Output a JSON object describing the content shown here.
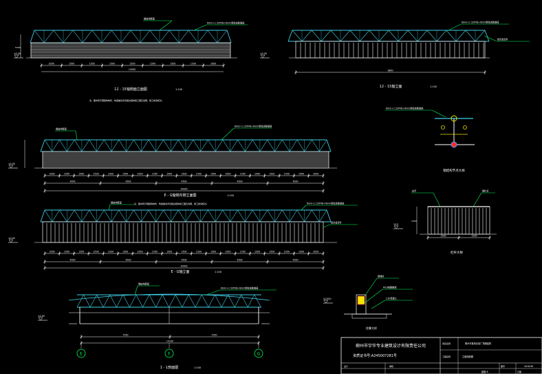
{
  "colors": {
    "background": "#000000",
    "truss": "#3fd0e6",
    "leader": "#00ff5a",
    "panel": "#ffffff",
    "dim": "#ffffff",
    "text": "#ffffff",
    "red": "#ff2a2a",
    "yellow": "#f2e600",
    "blue": "#4aa0ff"
  },
  "drawing": {
    "elev_12_15": {
      "title": "12 - 15轴侧面立面图",
      "scale": "1:100",
      "note": "注：图中所示钢结构构件、构造做法详见相关结构施工图及说明，施工前请核对。",
      "spans": [
        "2000",
        "1500",
        "1500",
        "1500",
        "1500",
        "1500",
        "1500",
        "1500",
        "2000"
      ],
      "total": "14500",
      "level": "±0.00",
      "height": "5300",
      "callout_top": "钢结构屋面",
      "callout_right": "6mm+1.52PVB+6mm钢化夹胶玻璃"
    },
    "elev_12_15_axis": {
      "title": "12 - 15轴立面",
      "scale": "1:100",
      "total": "9800",
      "level": "±0.00",
      "callout_right": "6mm+1.52PVB+6mm钢化夹胶玻璃",
      "callout_side": "铝合金百叶"
    },
    "elev_EG_inner": {
      "title": "E - G轴侧内侧立面图",
      "scale": "1:100",
      "note": "注：图中所示钢结构构件、构造做法详见相关结构施工图及说明，施工前请核对。",
      "spans": [
        "2000",
        "1500",
        "1500",
        "1500",
        "1500",
        "1500",
        "1500",
        "1500",
        "1500",
        "1500",
        "1500",
        "1500",
        "1500",
        "1500",
        "1500",
        "1500",
        "1500",
        "1500",
        "2000"
      ],
      "sub": [
        "4500",
        "4500",
        "4500",
        "4500",
        "4500"
      ],
      "total": "30000",
      "level": "±0.00",
      "callout_top": "钢结构屋面",
      "callout_right": "6mm+1.52PVB+6mm钢化夹胶玻璃"
    },
    "elev_EG": {
      "title": "E - G轴立面",
      "scale": "1:100",
      "spans": [
        "2000",
        "1500",
        "1500",
        "1500",
        "1500",
        "1500",
        "1500",
        "1500",
        "1500",
        "1500",
        "1500",
        "1500",
        "1500",
        "1500",
        "1500",
        "1500",
        "1500",
        "1500",
        "2000"
      ],
      "sub": [
        "4500",
        "4500",
        "4500",
        "4500",
        "4500"
      ],
      "total": "30000",
      "level": "±0.00",
      "callout_top": "钢结构屋面",
      "callout_right": "6mm+1.52PVB+6mm钢化夹胶玻璃",
      "callout_side": "铝合金百叶"
    },
    "section_1_1": {
      "title": "1 - 1剖面图",
      "scale": "1:100",
      "axes": [
        "E",
        "F",
        "G"
      ],
      "dims": [
        "7050",
        "7050"
      ],
      "total": "14100",
      "level": "±0.00",
      "callout_top": "钢结构屋面",
      "callout_mid": "6mm+1.52PVB+6mm钢化夹胶玻璃"
    },
    "node_detail": {
      "title": "钢结构节点大样",
      "callout": "6mm+1.52PVB+6mm钢化夹胶玻璃"
    },
    "railing_detail": {
      "title": "栏杆大样",
      "dims": [
        "1500",
        "1500"
      ],
      "height": "1050",
      "level": "15.5",
      "callout_left": "扶手",
      "callout_right": "钢栏杆"
    },
    "base_detail": {
      "title": "柱脚大样",
      "level": "(4.500)",
      "callout_1": "预埋件",
      "callout_2": "M16地脚螺栓",
      "callout_3": "C30混凝土"
    },
    "titleblock": {
      "company": "柳州市宇华专业建筑设计有限责任公司",
      "license": "资质证书号:A245007281号",
      "labels": [
        "项目名称",
        "工程名称",
        "设计",
        "审核",
        "图号",
        "日期"
      ],
      "project": "柳州市某商业街广场钢结构",
      "drawing_name": "立面剖面图",
      "sheet": "建施-6",
      "date": "2016.06"
    }
  }
}
